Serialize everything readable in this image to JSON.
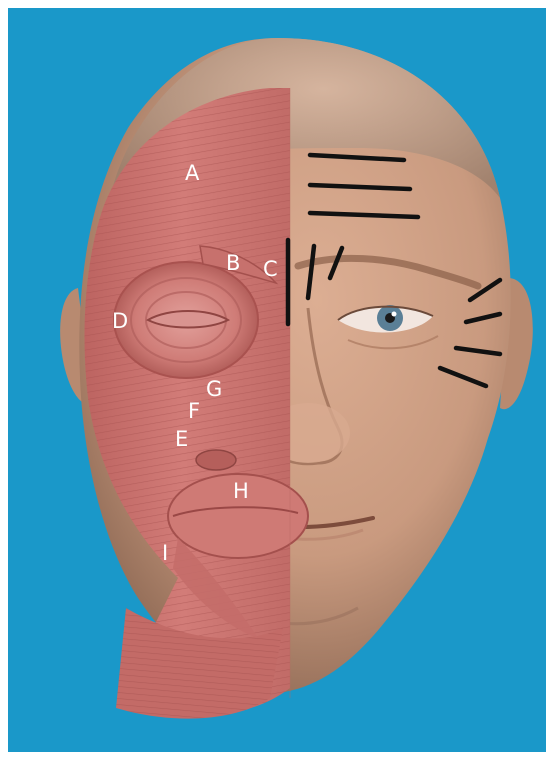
{
  "colors": {
    "background": "#1a98c9",
    "muscle": "#c9736f",
    "skin": "#c99a7f",
    "wrinkle_lines": "#111111",
    "label_text": "#ffffff"
  },
  "labels": {
    "a": "A",
    "b": "B",
    "c": "C",
    "d": "D",
    "e": "E",
    "f": "F",
    "g": "G",
    "h": "H",
    "i": "I"
  }
}
